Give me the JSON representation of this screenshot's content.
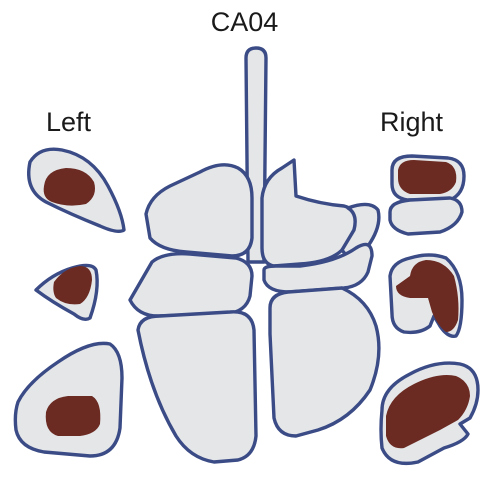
{
  "title": "CA04",
  "labels": {
    "left": "Left",
    "right": "Right"
  },
  "colors": {
    "outline": "#3a4b86",
    "tissue_fill": "#e4e6e8",
    "lesion_fill": "#6b2a22"
  }
}
